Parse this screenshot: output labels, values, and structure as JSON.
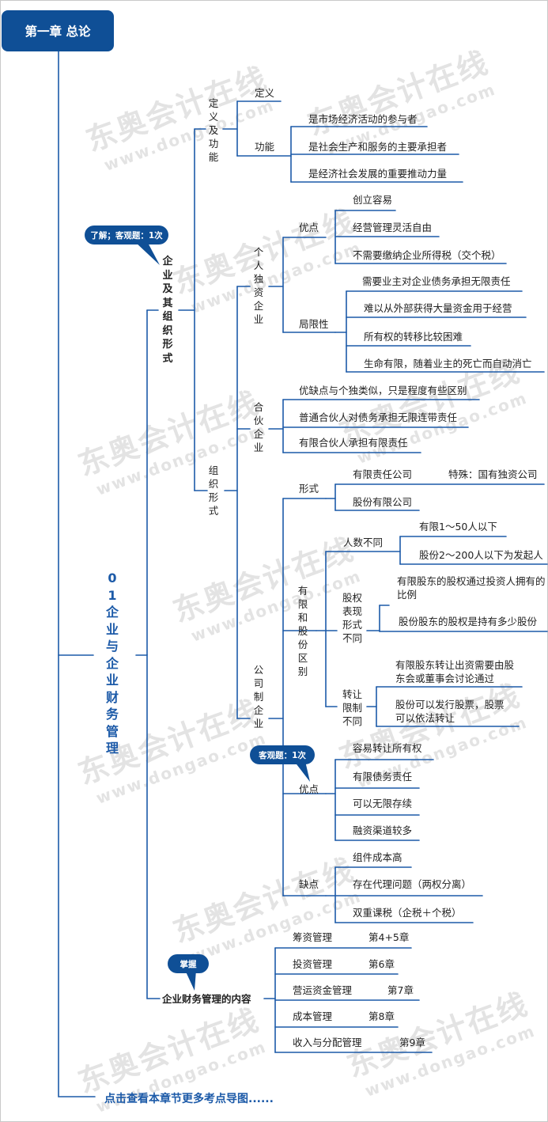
{
  "header": {
    "title": "第一章 总论"
  },
  "watermark": {
    "cn": "东奥会计在线",
    "en": "www.dongao.com"
  },
  "section1": {
    "label": "01企业与企业财务管理"
  },
  "badges": {
    "understand": "了解；客观题：1次",
    "objective": "客观题：1次",
    "master": "掌握"
  },
  "enterprise": {
    "label": "企业及其组织形式",
    "definition_function": {
      "label": "定义及功能",
      "definition": "定义",
      "function": "功能",
      "function_items": [
        "是市场经济活动的参与者",
        "是社会生产和服务的主要承担者",
        "是经济社会发展的重要推动力量"
      ]
    },
    "org_forms": {
      "label": "组织形式",
      "sole": {
        "label": "个人独资企业",
        "pros_label": "优点",
        "pros": [
          "创立容易",
          "经营管理灵活自由",
          "不需要缴纳企业所得税（交个税）"
        ],
        "cons_label": "局限性",
        "cons": [
          "需要业主对企业债务承担无限责任",
          "难以从外部获得大量资金用于经营",
          "所有权的转移比较困难",
          "生命有限，随着业主的死亡而自动消亡"
        ]
      },
      "partnership": {
        "label": "合伙企业",
        "items": [
          "优缺点与个独类似，只是程度有些区别",
          "普通合伙人对债务承担无限连带责任",
          "有限合伙人承担有限责任"
        ]
      },
      "company": {
        "label": "公司制企业",
        "form_label": "形式",
        "forms": [
          "有限责任公司",
          "股份有限公司"
        ],
        "special": "特殊：国有独资公司",
        "diff_label": "有限和股份区别",
        "headcount_label": "人数不同",
        "headcount": [
          "有限1～50人以下",
          "股份2～200人以下为发起人"
        ],
        "equity_label": "股权表现形式不同",
        "equity": [
          "有限股东的股权通过投资人拥有的比例",
          "股份股东的股权是持有多少股份"
        ],
        "transfer_label": "转让限制不同",
        "transfer": [
          "有限股东转让出资需要由股东会或董事会讨论通过",
          "股份可以发行股票，股票可以依法转让"
        ],
        "pros_label": "优点",
        "pros": [
          "容易转让所有权",
          "有限债务责任",
          "可以无限存续",
          "融资渠道较多"
        ],
        "cons_label": "缺点",
        "cons": [
          "组件成本高",
          "存在代理问题（两权分离）",
          "双重课税（企税＋个税）"
        ]
      }
    }
  },
  "fm_content": {
    "label": "企业财务管理的内容",
    "items": [
      {
        "name": "筹资管理",
        "chapter": "第4+5章"
      },
      {
        "name": "投资管理",
        "chapter": "第6章"
      },
      {
        "name": "营运资金管理",
        "chapter": "第7章"
      },
      {
        "name": "成本管理",
        "chapter": "第8章"
      },
      {
        "name": "收入与分配管理",
        "chapter": "第9章"
      }
    ]
  },
  "footer": {
    "link": "点击查看本章节更多考点导图......"
  },
  "colors": {
    "primary": "#0f4f96",
    "line": "#1c5aa8",
    "text": "#222222",
    "link": "#1c5aa8",
    "watermark": "#e3e3e3"
  }
}
